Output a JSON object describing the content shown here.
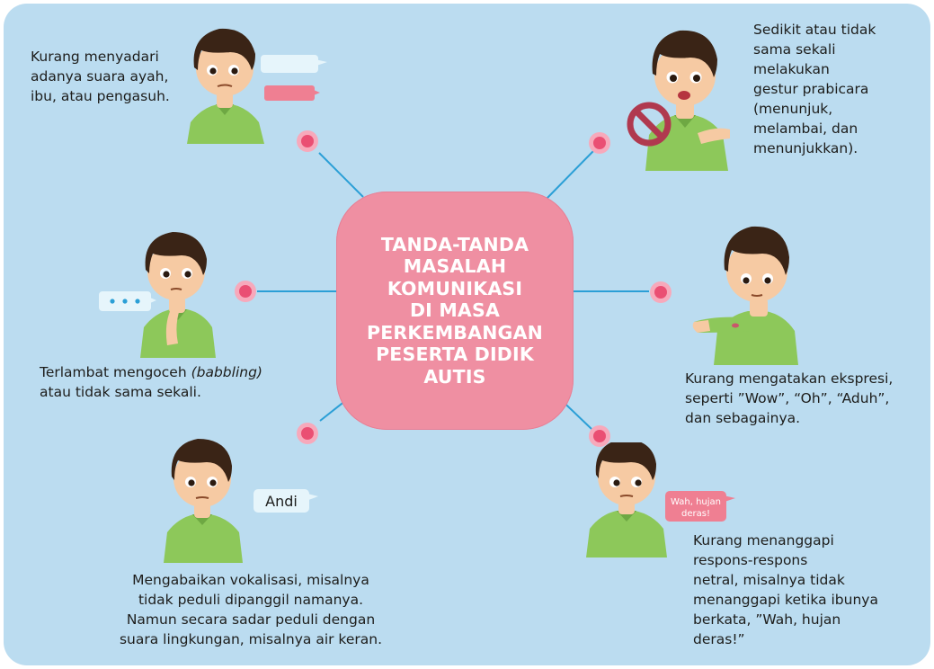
{
  "center": {
    "title": "TANDA-TANDA\nMASALAH\nKOMUNIKASI\nDI MASA\nPERKEMBANGAN\nPESERTA DIDIK\nAUTIS"
  },
  "items": {
    "top_left": {
      "text": "Kurang menyadari\nadanya suara ayah,\nibu, atau pengasuh."
    },
    "top_right": {
      "text": "Sedikit atau tidak\nsama sekali\nmelakukan\ngestur prabicara\n(menunjuk,\nmelambai, dan\nmenunjukkan)."
    },
    "mid_left": {
      "text_before": "Terlambat mengoceh ",
      "text_italic": "(babbling)",
      "text_after": "\natau tidak sama sekali."
    },
    "mid_right": {
      "text": "Kurang mengatakan ekspresi,\nseperti ”Wow”, “Oh”, “Aduh”,\ndan sebagainya."
    },
    "bottom_left": {
      "text": "Mengabaikan vokalisasi, misalnya\ntidak peduli dipanggil namanya.\nNamun secara sadar peduli dengan\nsuara lingkungan, misalnya air keran.",
      "bubble": "Andi"
    },
    "bottom_right": {
      "text": "Kurang menanggapi\nrespons-respons\nnetral, misalnya tidak\nmenanggapi ketika ibunya\nberkata, ”Wah, hujan\nderas!”",
      "bubble_line1": "Wah, hujan",
      "bubble_line2": "deras!"
    }
  },
  "colors": {
    "background": "#bbdcf0",
    "center": "#ef8fa2",
    "connector": "#2b9fd6",
    "dot_outer": "#f7a9bb",
    "dot_inner": "#ea4f73",
    "shirt": "#8dc85a",
    "hair": "#3a2416",
    "skin": "#f6caa3",
    "prohibit": "#b0394f"
  }
}
